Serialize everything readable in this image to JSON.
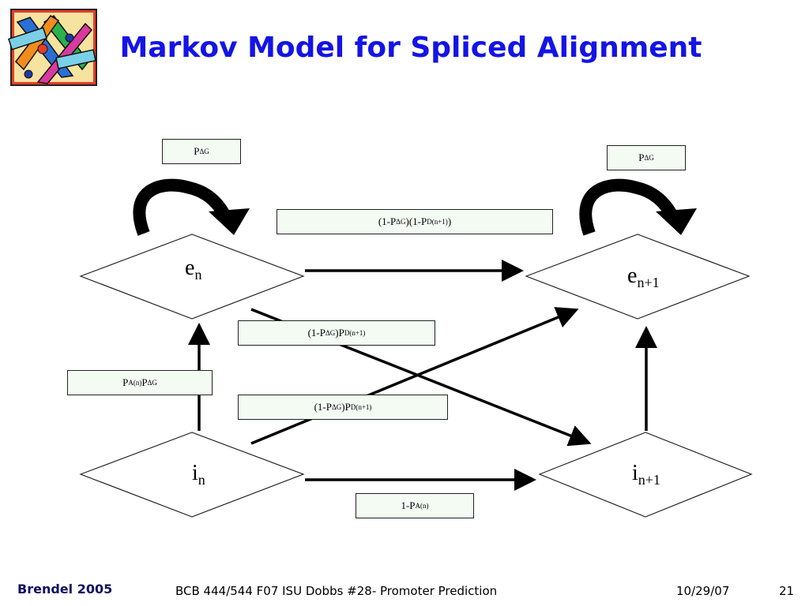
{
  "slide": {
    "title": "Markov Model for Spliced Alignment"
  },
  "states": {
    "e_n": {
      "base": "e",
      "sub": "n"
    },
    "e_n1": {
      "base": "e",
      "sub": "n+1"
    },
    "i_n": {
      "base": "i",
      "sub": "n"
    },
    "i_n1": {
      "base": "i",
      "sub": "n+1"
    }
  },
  "labels": {
    "self_left": {
      "pre": "P",
      "sub1": "ΔG",
      "mid": "",
      "sub2": "",
      "post": ""
    },
    "self_right": {
      "pre": "P",
      "sub1": "ΔG",
      "mid": "",
      "sub2": "",
      "post": ""
    },
    "e_to_e": {
      "pre": "(1-P",
      "sub1": "ΔG",
      "mid": ")(1-P",
      "sub2": "D(n+1)",
      "post": ")"
    },
    "e_to_i": {
      "pre": "(1-P",
      "sub1": "ΔG",
      "mid": ")P",
      "sub2": "D(n+1)",
      "post": ""
    },
    "i_to_e_cross": {
      "pre": "(1-P",
      "sub1": "ΔG",
      "mid": ")P",
      "sub2": "D(n+1)",
      "post": ""
    },
    "i_to_e_up": {
      "pre": "P",
      "sub1": "A(n)",
      "mid": "P",
      "sub2": "ΔG",
      "post": ""
    },
    "i_to_i": {
      "pre": "1-P",
      "sub1": "A(n)",
      "mid": "",
      "sub2": "",
      "post": ""
    }
  },
  "footer": {
    "author": "Brendel 2005",
    "course": "BCB 444/544 F07 ISU Dobbs #28- Promoter Prediction",
    "date": "10/29/07",
    "page": "21"
  },
  "colors": {
    "title": "#1414e6",
    "label_fill": "#f3fbf3",
    "edge": "#000000"
  }
}
